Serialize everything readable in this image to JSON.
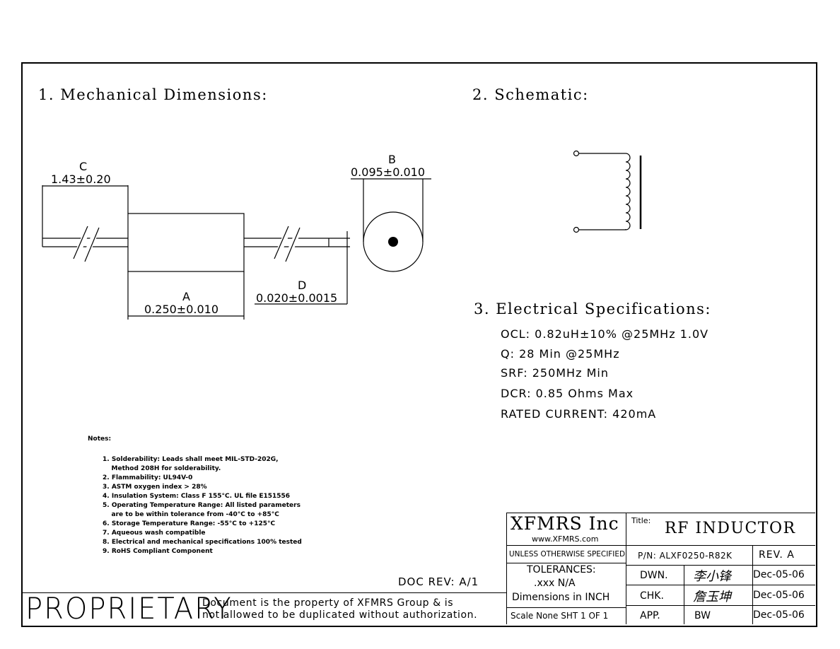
{
  "sections": {
    "mechanical": "1. Mechanical Dimensions:",
    "schematic": "2. Schematic:",
    "electrical": "3. Electrical Specifications:"
  },
  "dimensions": {
    "a_label": "A",
    "a_value": "0.250±0.010",
    "b_label": "B",
    "b_value": "0.095±0.010",
    "c_label": "C",
    "c_value": "1.43±0.20",
    "d_label": "D",
    "d_value": "0.020±0.0015"
  },
  "electrical": {
    "ocl": "OCL: 0.82uH±10% @25MHz 1.0V",
    "q": "Q: 28 Min @25MHz",
    "srf": "SRF: 250MHz Min",
    "dcr": "DCR: 0.85 Ohms Max",
    "rated_current": "RATED CURRENT: 420mA"
  },
  "notes": {
    "title": "Notes:",
    "items": [
      "1. Solderability: Leads shall meet MIL-STD-202G,",
      "    Method 208H for solderability.",
      "2. Flammability: UL94V-0",
      "3. ASTM oxygen index > 28%",
      "4. Insulation System: Class F 155°C. UL file E151556",
      "5. Operating Temperature Range: All listed parameters",
      "    are to be within tolerance from -40°C to +85°C",
      "6. Storage Temperature Range: -55°C to +125°C",
      "7. Aqueous wash compatible",
      "8. Electrical and mechanical specifications 100% tested",
      "9. RoHS Compliant Component"
    ]
  },
  "doc_rev": "DOC REV: A/1",
  "proprietary": {
    "big": "PROPRIETARY",
    "line1": "Document is the property of XFMRS Group & is",
    "line2": "not allowed to be duplicated without authorization."
  },
  "title_block": {
    "company": "XFMRS Inc",
    "website": "www.XFMRS.com",
    "title_label": "Title:",
    "title": "RF INDUCTOR",
    "unless": "UNLESS OTHERWISE SPECIFIED",
    "pn": "P/N: ALXF0250-R82K",
    "rev": "REV.  A",
    "tolerances": "TOLERANCES:",
    "xxx": ".xxx N/A",
    "dimensions_in": "Dimensions in INCH",
    "scale": "Scale None SHT 1 OF 1",
    "dwn_label": "DWN.",
    "dwn_name": "李小锋",
    "dwn_date": "Dec-05-06",
    "chk_label": "CHK.",
    "chk_name": "詹玉坤",
    "chk_date": "Dec-05-06",
    "app_label": "APP.",
    "app_name": "BW",
    "app_date": "Dec-05-06"
  }
}
